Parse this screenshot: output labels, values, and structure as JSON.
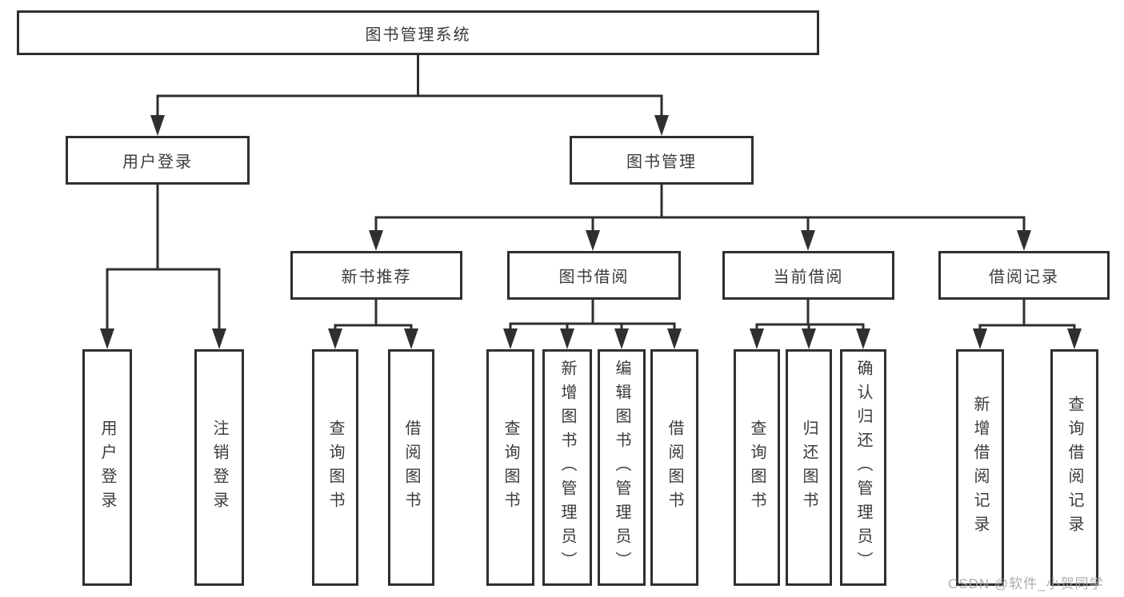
{
  "colors": {
    "line": "#2f2f2f",
    "box_border": "#2f2f2f",
    "box_background": "#ffffff",
    "text": "#3b3b3b",
    "watermark": "#a5a5a5"
  },
  "watermark": {
    "text": "CSDN @软件_小贺同学"
  },
  "tree": {
    "label": "图书管理系统",
    "children": [
      {
        "label": "用户登录",
        "children": [
          {
            "label": "用户登录"
          },
          {
            "label": "注销登录"
          }
        ]
      },
      {
        "label": "图书管理",
        "children": [
          {
            "label": "新书推荐",
            "children": [
              {
                "label": "查询图书"
              },
              {
                "label": "借阅图书"
              }
            ]
          },
          {
            "label": "图书借阅",
            "children": [
              {
                "label": "查询图书"
              },
              {
                "label": "新增图书（管理员）"
              },
              {
                "label": "编辑图书（管理员）"
              },
              {
                "label": "借阅图书"
              }
            ]
          },
          {
            "label": "当前借阅",
            "children": [
              {
                "label": "查询图书"
              },
              {
                "label": "归还图书"
              },
              {
                "label": "确认归还（管理员）"
              }
            ]
          },
          {
            "label": "借阅记录",
            "children": [
              {
                "label": "新增借阅记录"
              },
              {
                "label": "查询借阅记录"
              }
            ]
          }
        ]
      }
    ]
  }
}
